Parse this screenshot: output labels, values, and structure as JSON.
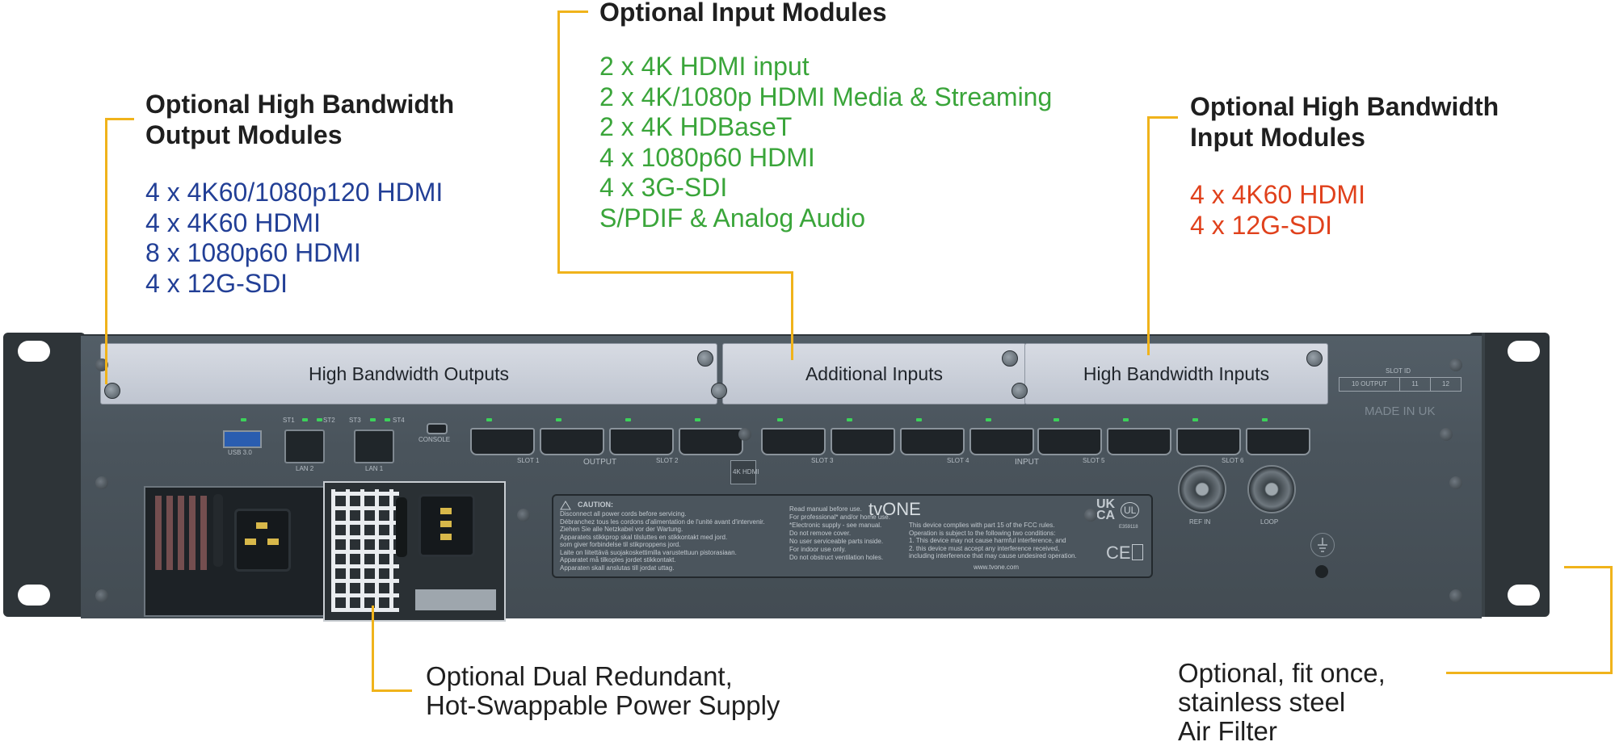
{
  "callouts": {
    "hb_outputs": {
      "heading": [
        "Optional High Bandwidth",
        "Output Modules"
      ],
      "items": [
        "4 x 4K60/1080p120 HDMI",
        "4 x 4K60 HDMI",
        "8 x 1080p60 HDMI",
        "4 x 12G-SDI"
      ],
      "color": "#223f96"
    },
    "inputs": {
      "heading": "Optional Input Modules",
      "items": [
        "2 x 4K HDMI input",
        "2 x 4K/1080p HDMI Media & Streaming",
        "2 x 4K HDBaseT",
        "4 x 1080p60 HDMI",
        "4 x 3G-SDI",
        "S/PDIF & Analog Audio"
      ],
      "color": "#3aa53a"
    },
    "hb_inputs": {
      "heading": [
        "Optional High Bandwidth",
        "Input Modules"
      ],
      "items": [
        "4 x 4K60 HDMI",
        "4 x 12G-SDI"
      ],
      "color": "#e0411c"
    },
    "psu": {
      "lines": [
        "Optional Dual Redundant,",
        "Hot-Swappable Power Supply"
      ]
    },
    "filter": {
      "lines": [
        "Optional, fit once,",
        "stainless steel",
        "Air Filter"
      ]
    }
  },
  "device": {
    "slots": [
      "High Bandwidth Outputs",
      "Additional Inputs",
      "High Bandwidth Inputs"
    ],
    "slot_id": {
      "title": "SLOT ID",
      "cells": [
        "10 OUTPUT",
        "11",
        "12"
      ]
    },
    "made_in": "MADE IN UK",
    "port_labels": {
      "usb": "USB 3.0",
      "lan2": "LAN 2",
      "lan1": "LAN 1",
      "console": "CONSOLE",
      "st": [
        "ST1",
        "ST2",
        "ST3",
        "ST4"
      ],
      "output": "OUTPUT",
      "input": "INPUT",
      "slot_names": [
        "SLOT 1",
        "SLOT 2",
        "SLOT 3",
        "SLOT 4",
        "SLOT 5",
        "SLOT 6"
      ],
      "ref_in": "REF IN",
      "loop": "LOOP",
      "hdmi_logo": "4K HDMI"
    },
    "caution": {
      "title": "CAUTION:",
      "lines": [
        "Disconnect all power cords before servicing.",
        "Débranchez tous les cordons d'alimentation de l'unité avant d'intervenir.",
        "Ziehen Sie alle Netzkabel vor der Wartung.",
        "Apparatets stikkprop skal tilsluttes en stikkontakt med jord.",
        "som giver forbindelse til stikproppens jord.",
        "Laite on liitettävä suojakoskettimilla varustettuun pistorasiaan.",
        "Apparatet må tilkoples jordet stikkontakt.",
        "Apparaten skall anslutas till jordat uttag."
      ]
    },
    "service": {
      "lines": [
        "Read manual before use.",
        "For professional* and/or home use.",
        "*Electronic supply - see manual.",
        "Do not remove cover.",
        "No user serviceable parts inside.",
        "For indoor use only.",
        "Do not obstruct ventilation holes."
      ]
    },
    "brand": "tvONE",
    "fcc": {
      "lines": [
        "This device complies with part 15 of the FCC rules.",
        "Operation is subject to the following two conditions:",
        "1. This device may not cause harmful interference, and",
        "2. this device must accept any interference received,",
        "including interference that may cause undesired operation."
      ]
    },
    "website": "www.tvone.com",
    "marks": {
      "ukca": [
        "UK",
        "CA"
      ],
      "ul": "UL",
      "ce": "CE",
      "cert": "E359118"
    }
  }
}
